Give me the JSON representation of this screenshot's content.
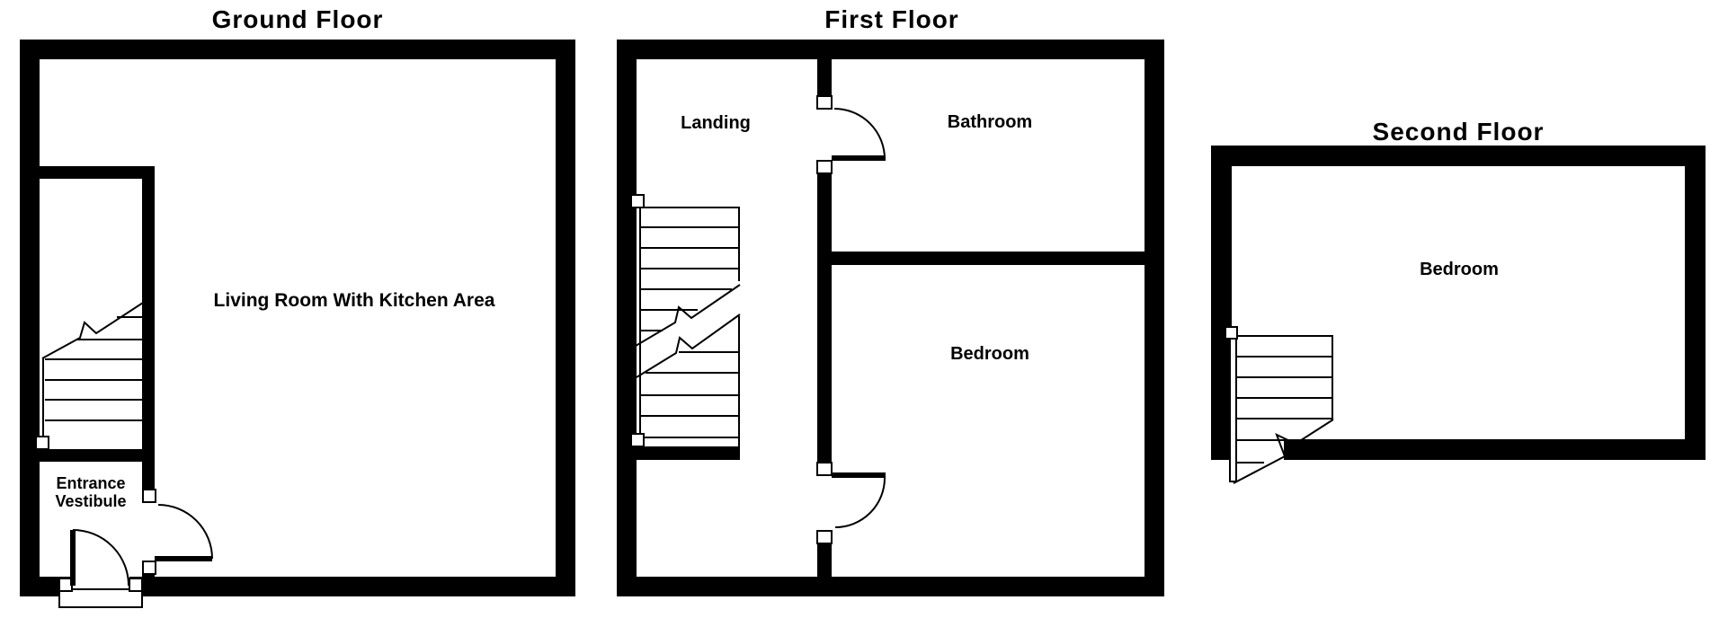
{
  "page": {
    "type": "floor-plan-drawing",
    "background_color": "#ffffff",
    "wall_color": "#000000"
  },
  "floors": {
    "ground": {
      "title": "Ground Floor",
      "rooms": {
        "living_room": {
          "label": "Living Room With Kitchen Area"
        },
        "vestibule": {
          "label_line1": "Entrance",
          "label_line2": "Vestibule"
        }
      },
      "features": [
        "staircase-with-break-line",
        "entrance-door",
        "vestibule-door"
      ]
    },
    "first": {
      "title": "First Floor",
      "rooms": {
        "landing": {
          "label": "Landing"
        },
        "bathroom": {
          "label": "Bathroom"
        },
        "bedroom": {
          "label": "Bedroom"
        }
      },
      "features": [
        "staircase-with-double-break-line",
        "bathroom-door",
        "bedroom-door"
      ]
    },
    "second": {
      "title": "Second Floor",
      "rooms": {
        "bedroom": {
          "label": "Bedroom"
        }
      },
      "features": [
        "staircase-with-break-line"
      ]
    }
  }
}
